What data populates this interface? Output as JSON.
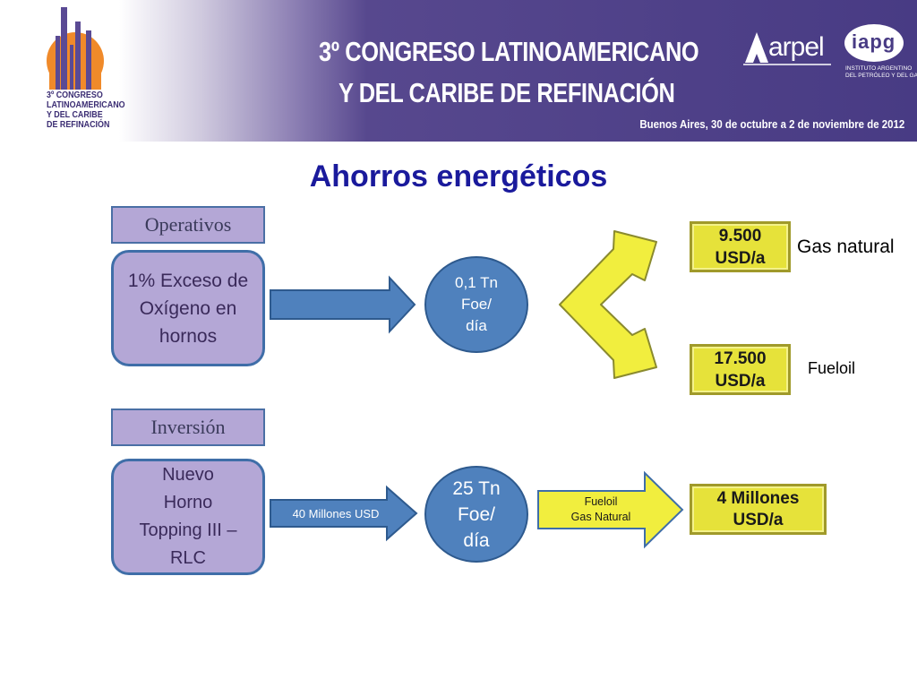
{
  "banner": {
    "title_line1": "3º CONGRESO LATINOAMERICANO",
    "title_line2": "Y DEL CARIBE DE REFINACIÓN",
    "dateline": "Buenos Aires, 30 de octubre a 2 de noviembre de 2012",
    "logo_lines": [
      "3º CONGRESO",
      "LATINOAMERICANO",
      "Y DEL CARIBE",
      "DE REFINACIÓN"
    ],
    "arpel_logo": "arpel",
    "iapg_logo": "iapg",
    "iapg_caption_line1": "INSTITUTO ARGENTINO",
    "iapg_caption_line2": "DEL PETRÓLEO Y DEL GAS"
  },
  "title": "Ahorros energéticos",
  "operativos": {
    "label": "Operativos",
    "box_text": "1% Exceso de\nOxígeno en\nhornos",
    "circle_text": "0,1 Tn\nFoe/\ndía",
    "result_top": "9.500\nUSD/a",
    "result_top_label": "Gas natural",
    "result_bottom": "17.500\nUSD/a",
    "result_bottom_label": "Fueloil"
  },
  "inversion": {
    "label": "Inversión",
    "box_text": "Nuevo\nHorno\nTopping III –\nRLC",
    "arrow_text": "40 Millones USD",
    "circle_text": "25 Tn\nFoe/\ndía",
    "arrow2_text": "Fueloil\nGas Natural",
    "result": "4 Millones\nUSD/a"
  },
  "colors": {
    "purple_box": "#b4a7d6",
    "blue": "#4f81bd",
    "yellow": "#e6e23a",
    "title_blue": "#1a1a9c",
    "banner_purple": "#483b84"
  }
}
